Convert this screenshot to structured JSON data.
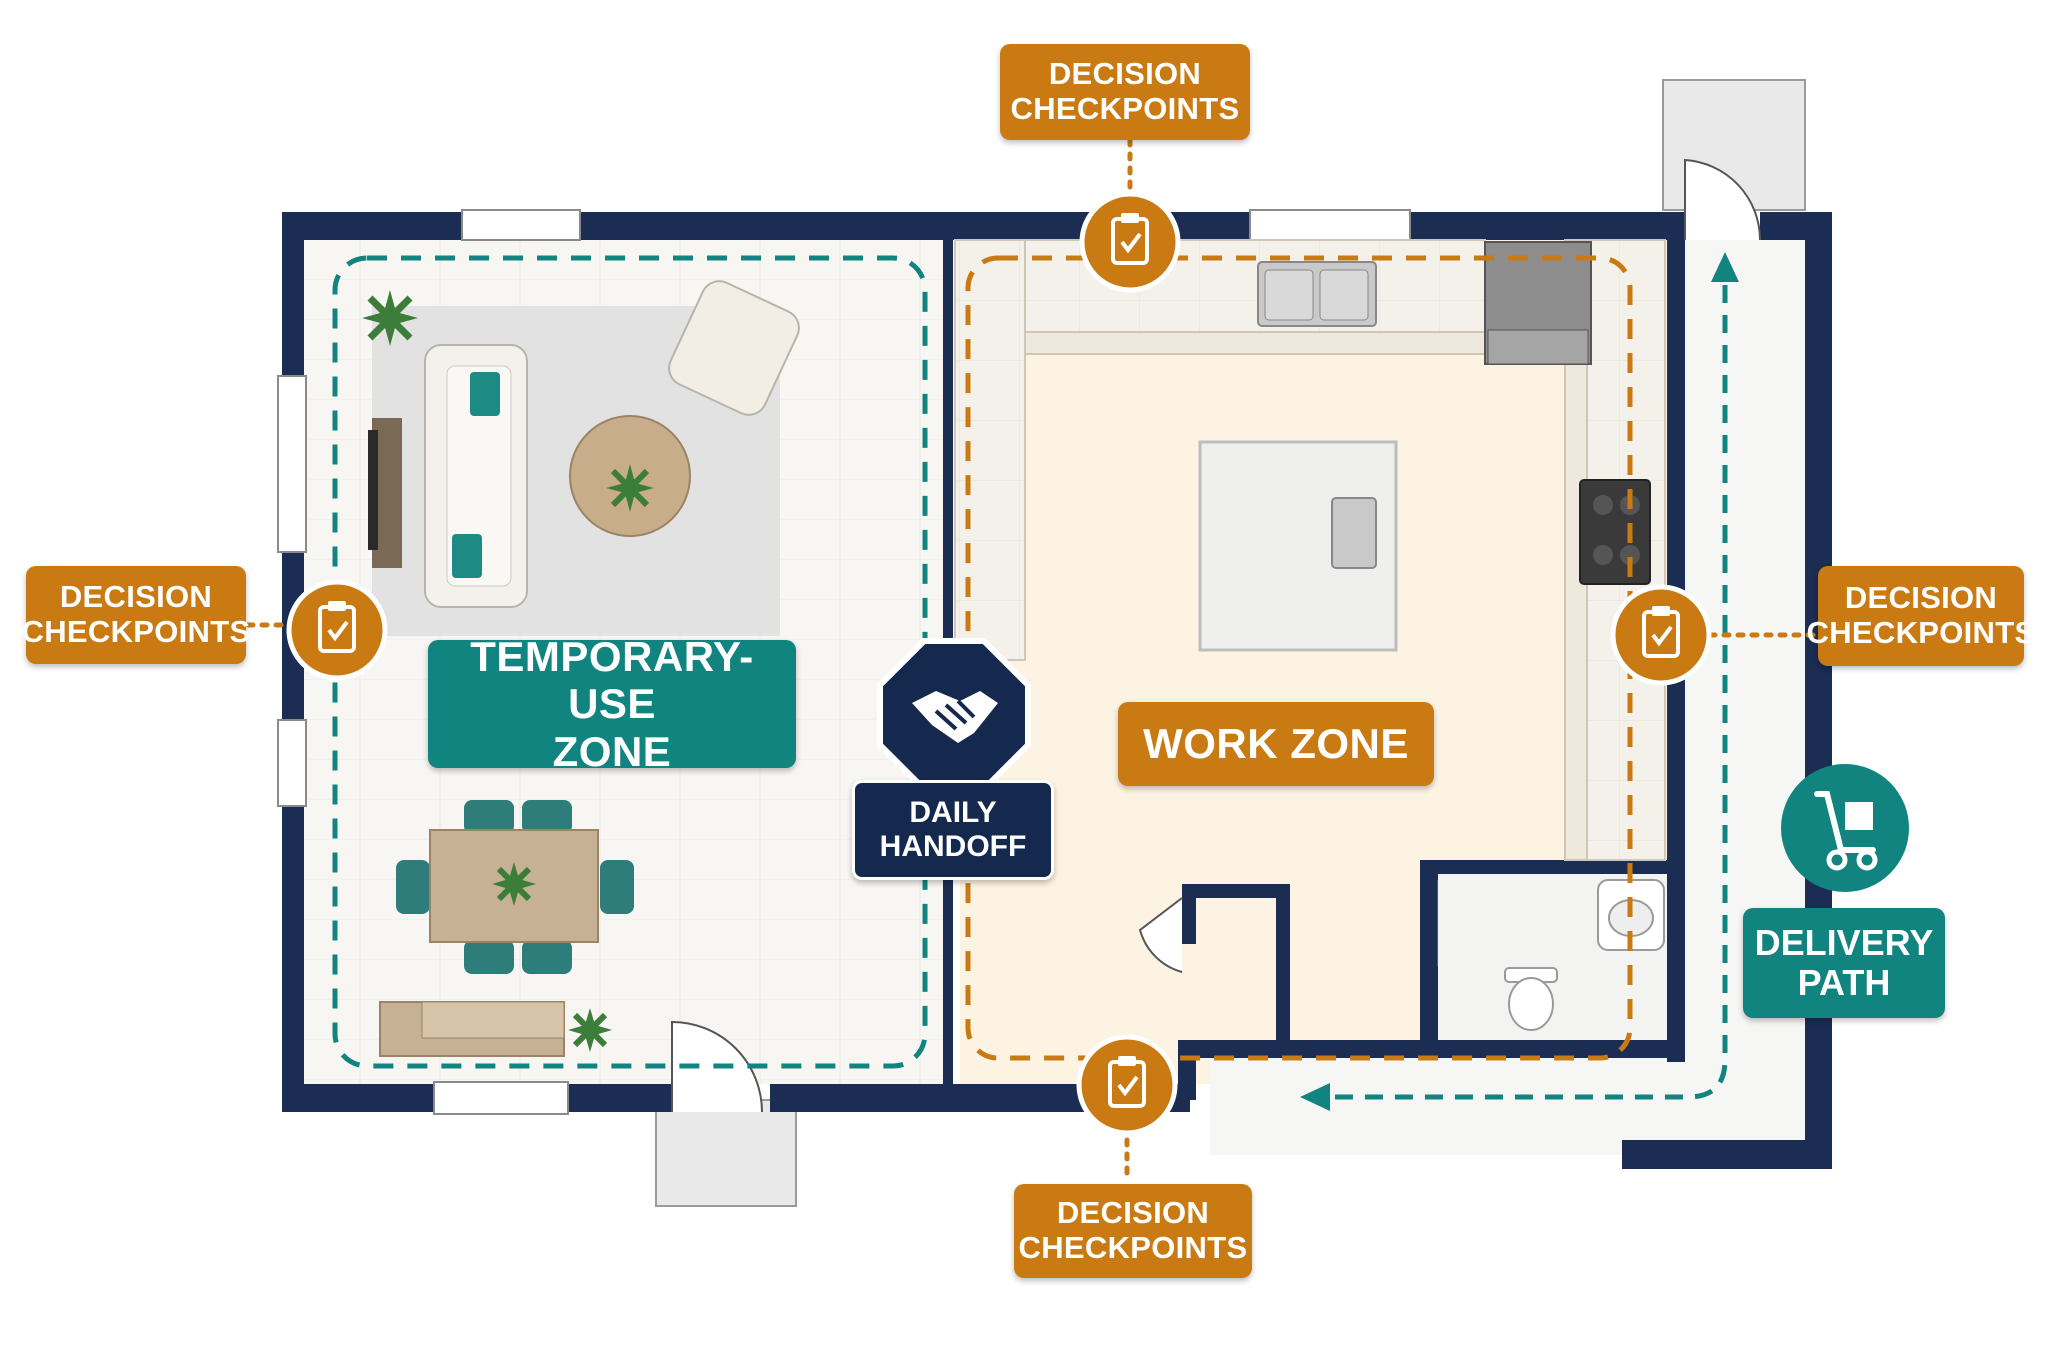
{
  "checkpoints": {
    "top": {
      "line1": "DECISION",
      "line2": "CHECKPOINTS"
    },
    "left": {
      "line1": "DECISION",
      "line2": "CHECKPOINTS"
    },
    "right": {
      "line1": "DECISION",
      "line2": "CHECKPOINTS"
    },
    "bottom": {
      "line1": "DECISION",
      "line2": "CHECKPOINTS"
    }
  },
  "zones": {
    "temporary": {
      "line1": "TEMPORARY-USE",
      "line2": "ZONE"
    },
    "work": {
      "line1": "WORK ZONE"
    }
  },
  "handoff": {
    "line1": "DAILY",
    "line2": "HANDOFF"
  },
  "delivery": {
    "line1": "DELIVERY",
    "line2": "PATH"
  },
  "colors": {
    "wall": "#1b2d52",
    "orange": "#c97a12",
    "teal": "#12847f",
    "navy": "#15294f",
    "work_floor": "#fdf3e3",
    "living_floor": "#f7f6f3"
  },
  "icons": [
    "clipboard-check-icon",
    "handshake-icon",
    "hand-truck-icon",
    "arrow-up-icon",
    "arrow-left-icon"
  ]
}
